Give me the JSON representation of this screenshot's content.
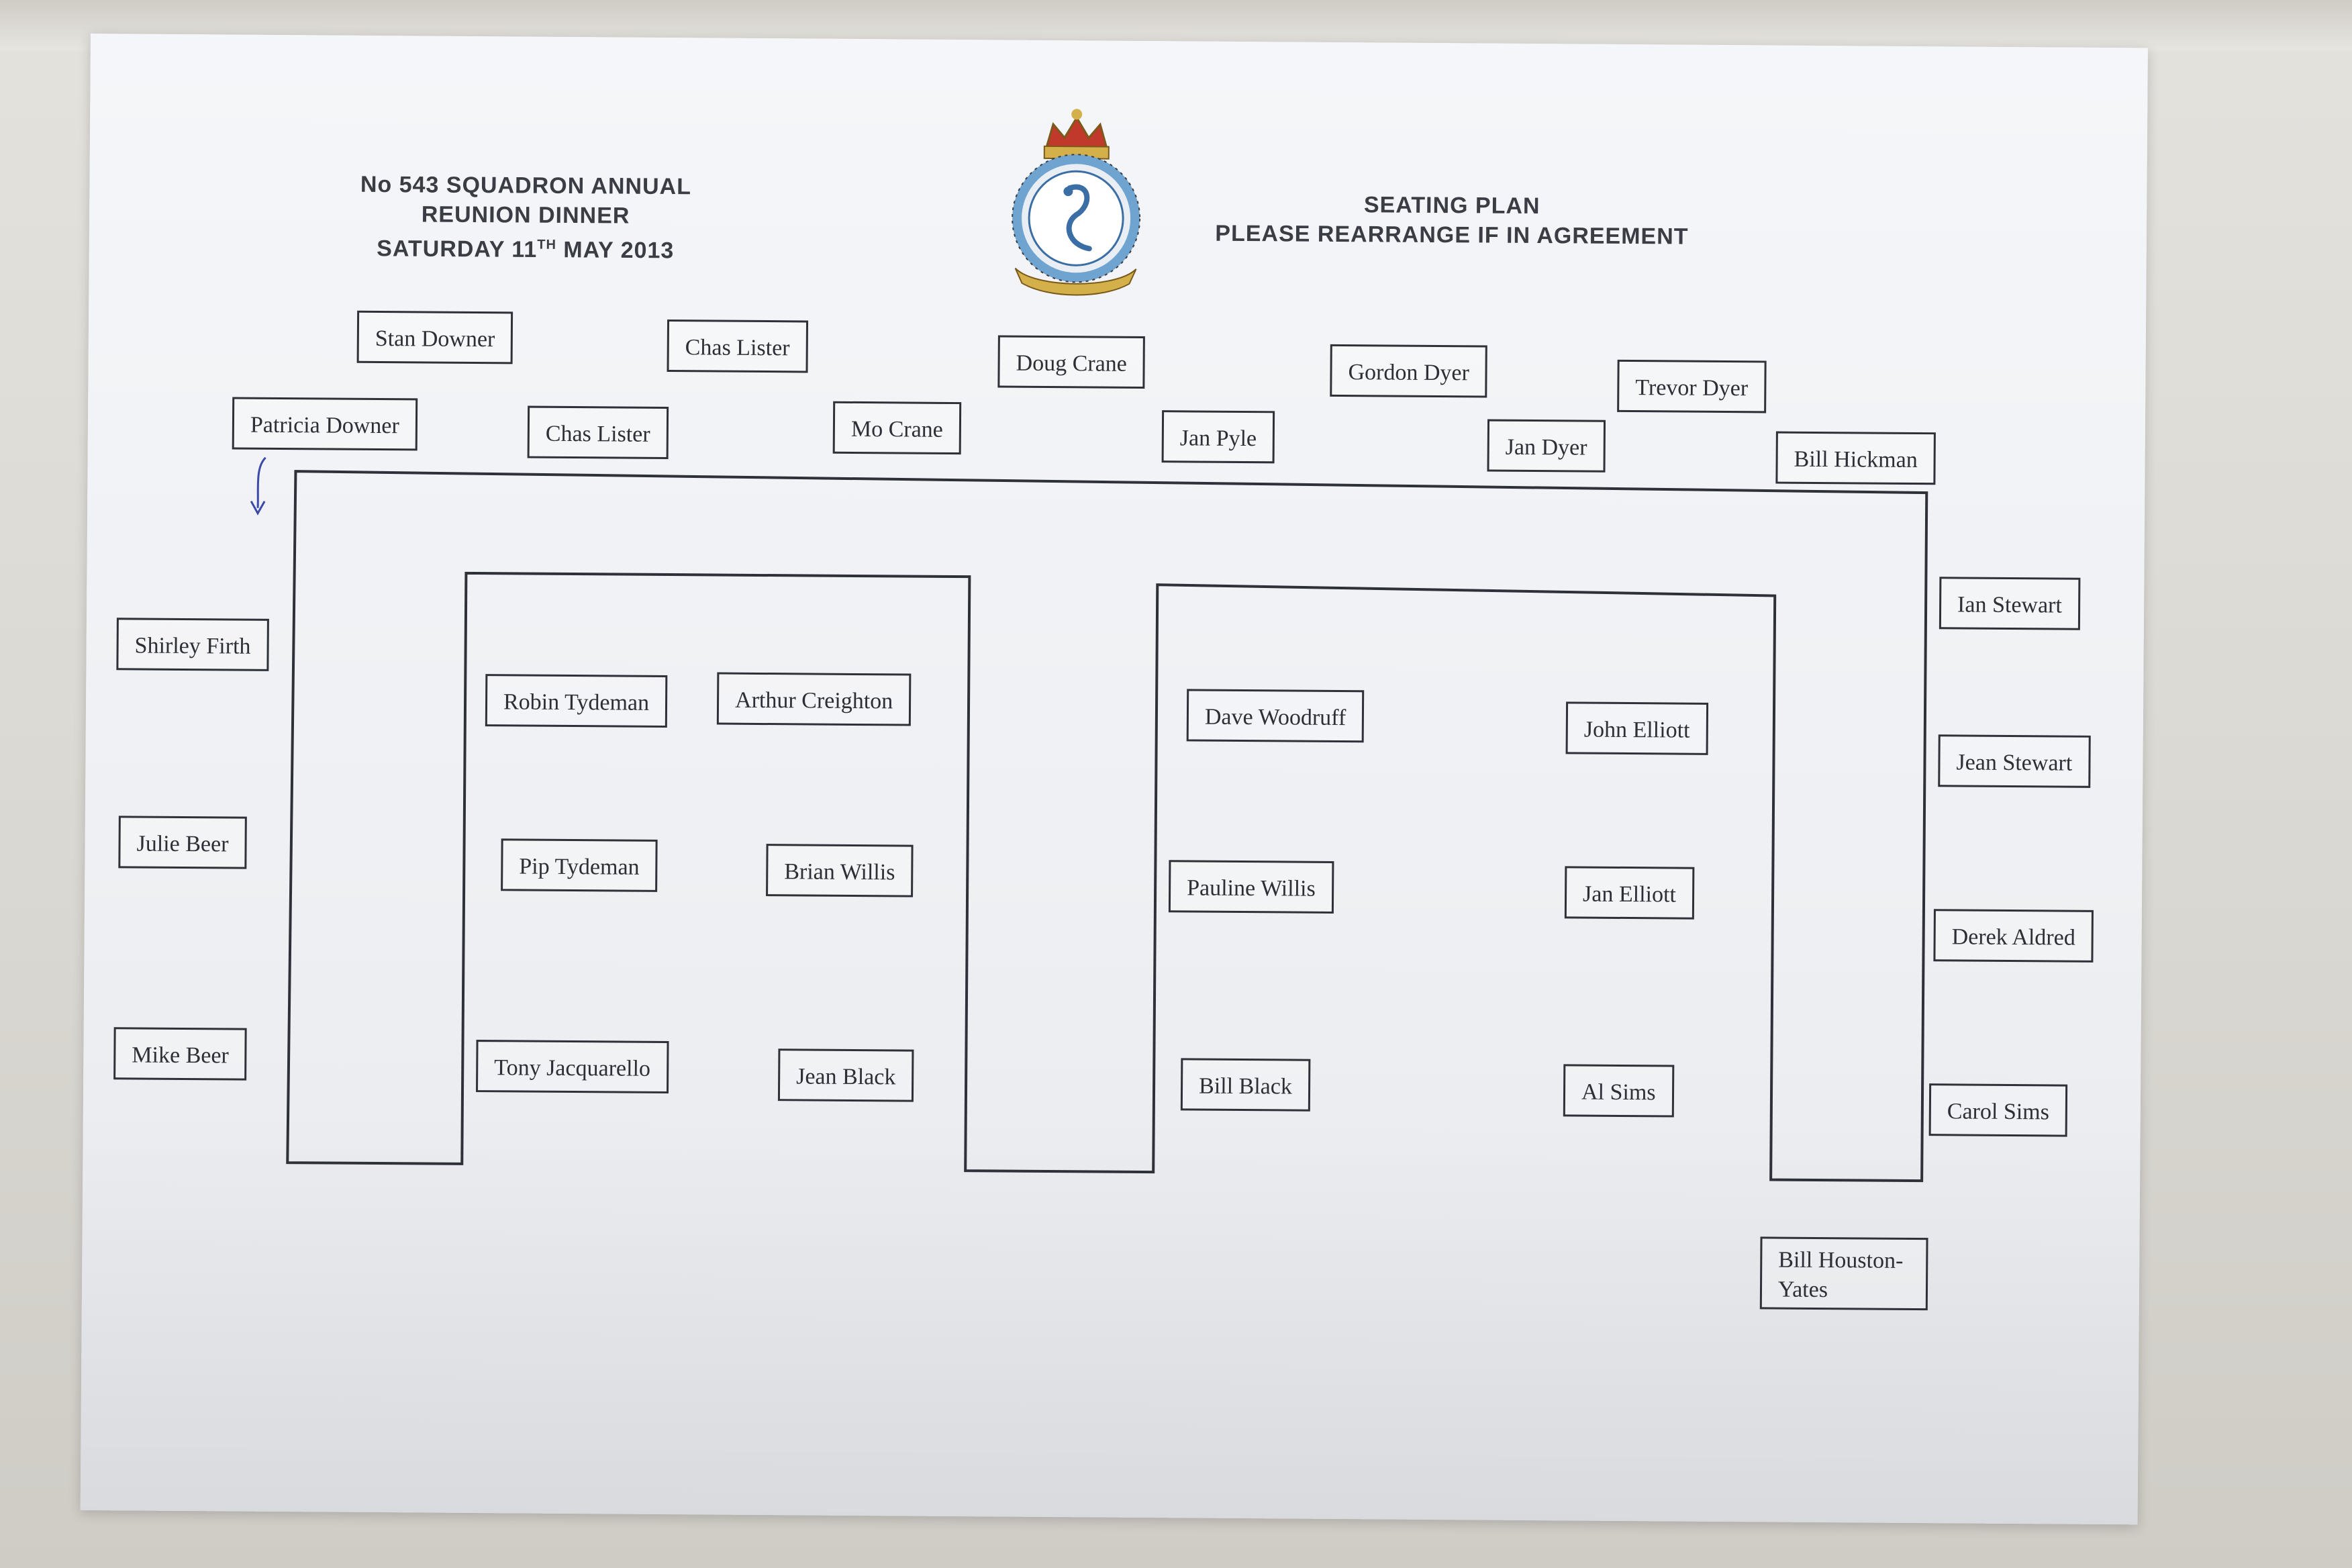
{
  "header": {
    "left_line1": "No 543 SQUADRON ANNUAL REUNION DINNER",
    "left_line2_prefix": "SATURDAY 11",
    "left_line2_sup": "TH",
    "left_line2_suffix": " MAY 2013",
    "right_line1": "SEATING PLAN",
    "right_line2": "PLEASE REARRANGE IF IN AGREEMENT"
  },
  "crest": {
    "icon": "squadron-crest-icon",
    "colors": {
      "ring": "#6fa3d0",
      "crown": "#c0392b",
      "scroll": "#d4b04a"
    }
  },
  "seats": {
    "top_back": [
      "Stan  Downer",
      "Chas Lister",
      "Doug Crane",
      "Gordon Dyer",
      "Trevor Dyer"
    ],
    "top_front": [
      "Patricia Downer",
      "Chas Lister",
      "Mo Crane",
      "Jan Pyle",
      "Jan Dyer",
      "Bill Hickman"
    ],
    "left_side": [
      "Shirley Firth",
      "Julie Beer",
      "Mike Beer"
    ],
    "table_left_inner": [
      "Robin Tydeman",
      "Arthur Creighton",
      "Pip Tydeman",
      "Brian Willis",
      "Tony Jacquarello",
      "Jean Black"
    ],
    "table_right_inner": [
      "Dave Woodruff",
      "John Elliott",
      "Pauline Willis",
      "Jan Elliott",
      "Bill Black",
      "Al Sims"
    ],
    "right_side": [
      "Ian Stewart",
      "Jean Stewart",
      "Derek Aldred",
      "Carol Sims"
    ],
    "bottom_right": "Bill Houston-Yates"
  }
}
